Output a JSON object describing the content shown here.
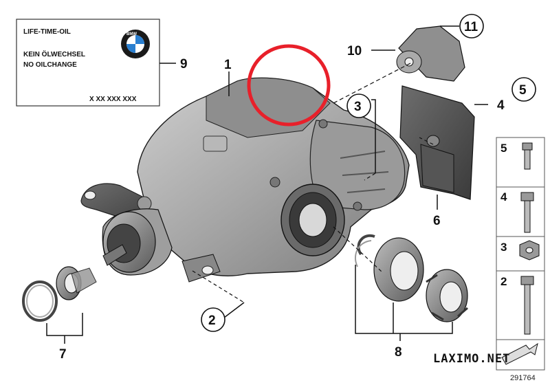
{
  "label_card": {
    "line1": "LIFE-TIME-OIL",
    "line2": "KEIN ÖLWECHSEL",
    "line3": "NO OILCHANGE",
    "part_number": "X XX XXX XXX",
    "logo_letters": "BMW"
  },
  "callouts": {
    "c1": "1",
    "c2": "2",
    "c3": "3",
    "c4": "4",
    "c5": "5",
    "c6": "6",
    "c7": "7",
    "c8": "8",
    "c9": "9",
    "c10": "10",
    "c11": "11"
  },
  "fastener_panel": {
    "items": [
      "5",
      "4",
      "3",
      "2"
    ]
  },
  "watermark": "LAXIMO.NET",
  "diagram_id": "291764",
  "colors": {
    "highlight_ring": "#e8202a",
    "housing_fill": "#a9a9a9",
    "panel_bg": "#ececec"
  }
}
